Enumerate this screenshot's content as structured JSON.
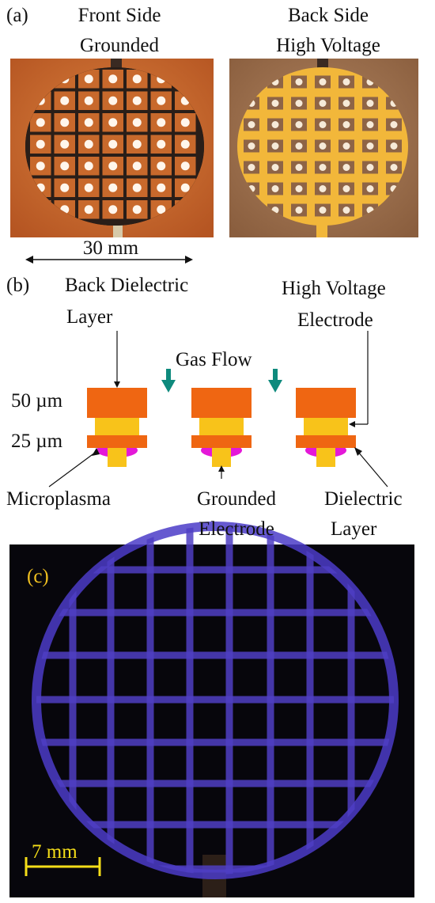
{
  "panel_a": {
    "label": "(a)",
    "front_title_1": "Front Side",
    "front_title_2": "Grounded",
    "back_title_1": "Back Side",
    "back_title_2": "High Voltage",
    "scale_text": "30 mm"
  },
  "panel_b": {
    "label": "(b)",
    "back_dielectric_1": "Back Dielectric",
    "back_dielectric_2": "Layer",
    "hv_electrode_1": "High Voltage",
    "hv_electrode_2": "Electrode",
    "gas_flow": "Gas Flow",
    "dim_50": "50 µm",
    "dim_25": "25 µm",
    "microplasma": "Microplasma",
    "grounded_1": "Grounded",
    "grounded_2": "Electrode",
    "dielectric_1": "Dielectric",
    "dielectric_2": "Layer"
  },
  "panel_c": {
    "label": "(c)",
    "scale_text": "7 mm"
  },
  "colors": {
    "copper_bg": "#c76a2c",
    "back_bg": "#9a6e4c",
    "grid_yellow": "#f2b73a",
    "dielectric_orange": "#ef6612",
    "electrode_yellow": "#f8c31a",
    "plasma_magenta": "#e418d8",
    "arrow_teal": "#0e8a7d",
    "plasma_purple": "#4b3cc8",
    "scale_yellow": "#f4dd18"
  }
}
